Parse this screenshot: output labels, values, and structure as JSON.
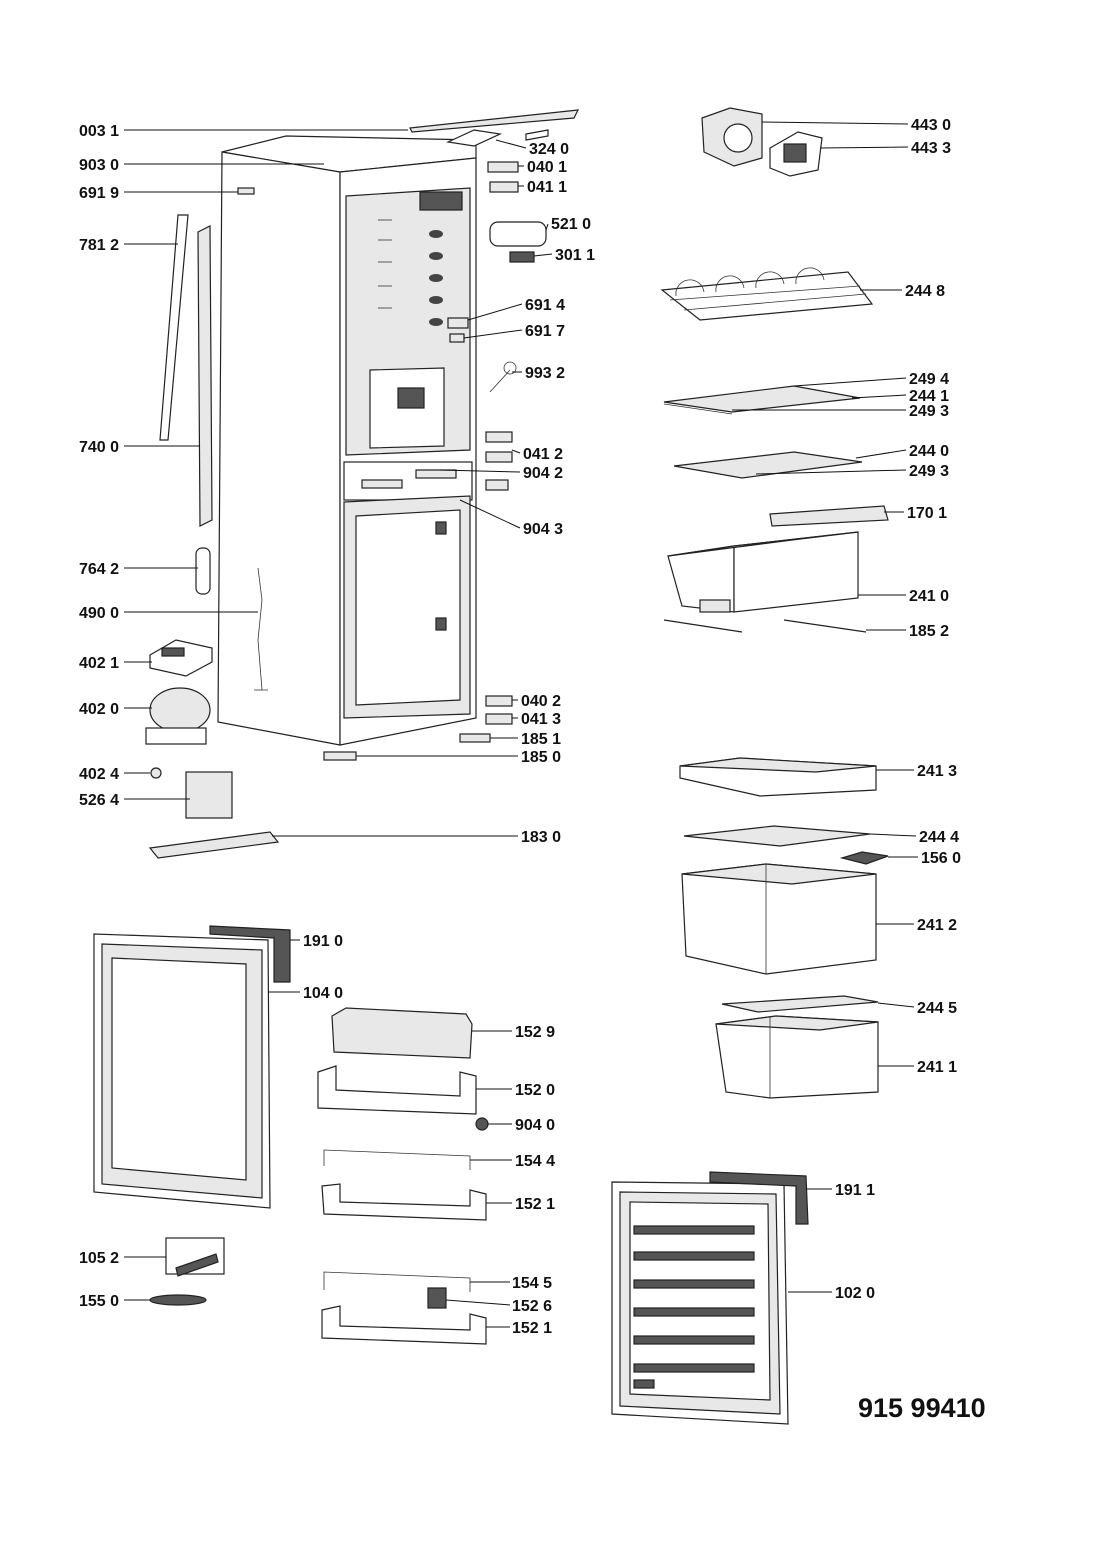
{
  "document_number": "915 99410",
  "labels": {
    "l0031": "003 1",
    "l9030": "903 0",
    "l6919": "691 9",
    "l7812": "781 2",
    "l7400": "740 0",
    "l7642": "764 2",
    "l4900": "490 0",
    "l4021": "402 1",
    "l4020": "402 0",
    "l4024": "402 4",
    "l5264": "526 4",
    "l3240": "324 0",
    "l0401": "040 1",
    "l0411": "041 1",
    "l5210": "521 0",
    "l3011": "301 1",
    "l6914": "691 4",
    "l6917": "691 7",
    "l9932": "993 2",
    "l0412": "041 2",
    "l9042": "904 2",
    "l9043": "904 3",
    "l0402": "040 2",
    "l0413": "041 3",
    "l1851": "185 1",
    "l1850": "185 0",
    "l1830": "183 0",
    "l4430": "443 0",
    "l4433": "443 3",
    "l2448": "244 8",
    "l2494": "249 4",
    "l2441": "244 1",
    "l2493a": "249 3",
    "l2440": "244 0",
    "l2493b": "249 3",
    "l1701": "170 1",
    "l2410": "241 0",
    "l1852": "185 2",
    "l2413": "241 3",
    "l2444": "244 4",
    "l1560": "156 0",
    "l2412": "241 2",
    "l2445": "244 5",
    "l2411": "241 1",
    "l1910": "191 0",
    "l1040": "104 0",
    "l1529": "152 9",
    "l1520": "152 0",
    "l9040": "904 0",
    "l1544": "154 4",
    "l1521a": "152 1",
    "l1052": "105 2",
    "l1550": "155 0",
    "l1545": "154 5",
    "l1526": "152 6",
    "l1521b": "152 1",
    "l1911": "191 1",
    "l1020": "102 0"
  }
}
